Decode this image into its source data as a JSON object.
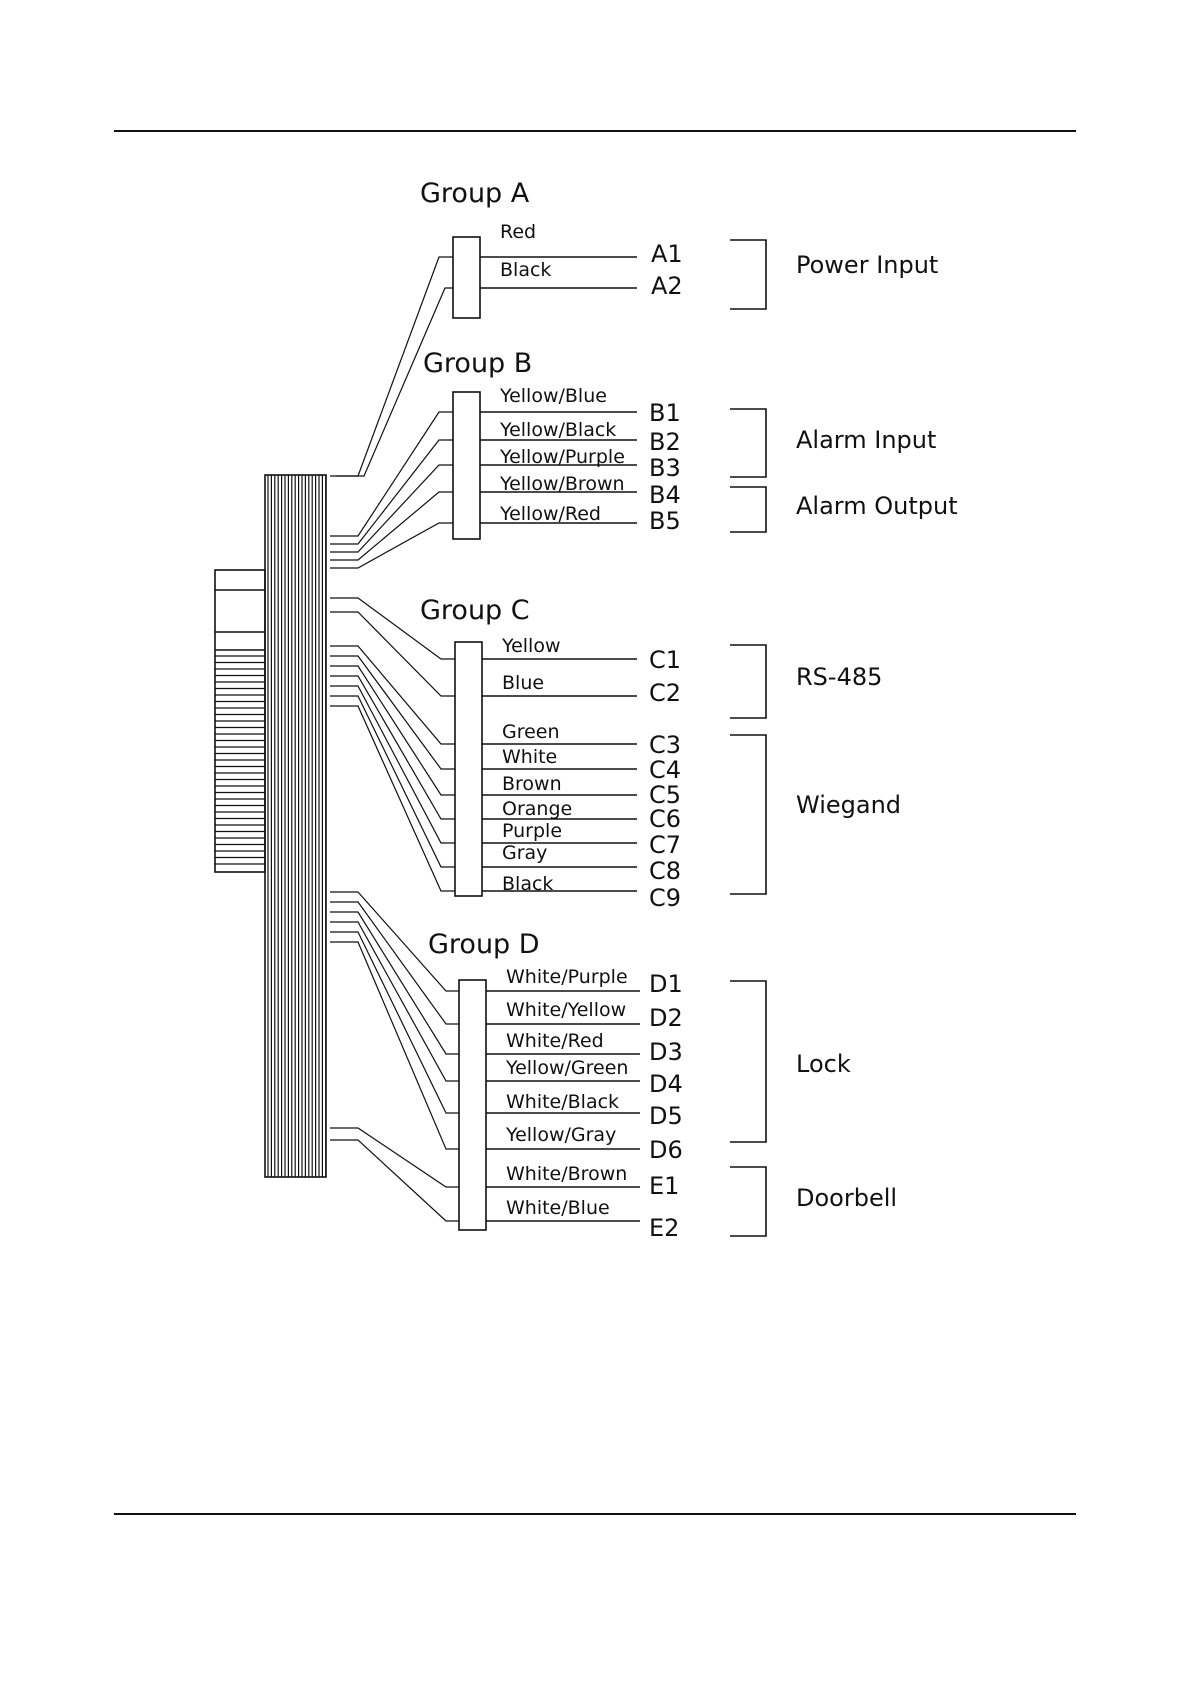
{
  "groups": [
    {
      "id": "A",
      "title": "Group A",
      "wires": [
        {
          "color": "Red",
          "pin": "A1"
        },
        {
          "color": "Black",
          "pin": "A2"
        }
      ]
    },
    {
      "id": "B",
      "title": "Group B",
      "wires": [
        {
          "color": "Yellow/Blue",
          "pin": "B1"
        },
        {
          "color": "Yellow/Black",
          "pin": "B2"
        },
        {
          "color": "Yellow/Purple",
          "pin": "B3"
        },
        {
          "color": "Yellow/Brown",
          "pin": "B4"
        },
        {
          "color": "Yellow/Red",
          "pin": "B5"
        }
      ]
    },
    {
      "id": "C",
      "title": "Group C",
      "wires": [
        {
          "color": "Yellow",
          "pin": "C1"
        },
        {
          "color": "Blue",
          "pin": "C2"
        },
        {
          "color": "Green",
          "pin": "C3"
        },
        {
          "color": "White",
          "pin": "C4"
        },
        {
          "color": "Brown",
          "pin": "C5"
        },
        {
          "color": "Orange",
          "pin": "C6"
        },
        {
          "color": "Purple",
          "pin": "C7"
        },
        {
          "color": "Gray",
          "pin": "C8"
        },
        {
          "color": "Black",
          "pin": "C9"
        }
      ]
    },
    {
      "id": "D",
      "title": "Group D",
      "wires": [
        {
          "color": "White/Purple",
          "pin": "D1"
        },
        {
          "color": "White/Yellow",
          "pin": "D2"
        },
        {
          "color": "White/Red",
          "pin": "D3"
        },
        {
          "color": "Yellow/Green",
          "pin": "D4"
        },
        {
          "color": "White/Black",
          "pin": "D5"
        },
        {
          "color": "Yellow/Gray",
          "pin": "D6"
        },
        {
          "color": "White/Brown",
          "pin": "E1"
        },
        {
          "color": "White/Blue",
          "pin": "E2"
        }
      ]
    }
  ],
  "functions": [
    {
      "label": "Power Input",
      "pins": [
        "A1",
        "A2"
      ]
    },
    {
      "label": "Alarm Input",
      "pins": [
        "B1",
        "B2",
        "B3"
      ]
    },
    {
      "label": "Alarm Output",
      "pins": [
        "B4",
        "B5"
      ]
    },
    {
      "label": "RS-485",
      "pins": [
        "C1",
        "C2"
      ]
    },
    {
      "label": "Wiegand",
      "pins": [
        "C3",
        "C4",
        "C5",
        "C6",
        "C7",
        "C8",
        "C9"
      ]
    },
    {
      "label": "Lock",
      "pins": [
        "D1",
        "D2",
        "D3",
        "D4",
        "D5",
        "D6"
      ]
    },
    {
      "label": "Doorbell",
      "pins": [
        "E1",
        "E2"
      ]
    }
  ],
  "colors": {
    "line": "#111111",
    "background": "#ffffff"
  }
}
